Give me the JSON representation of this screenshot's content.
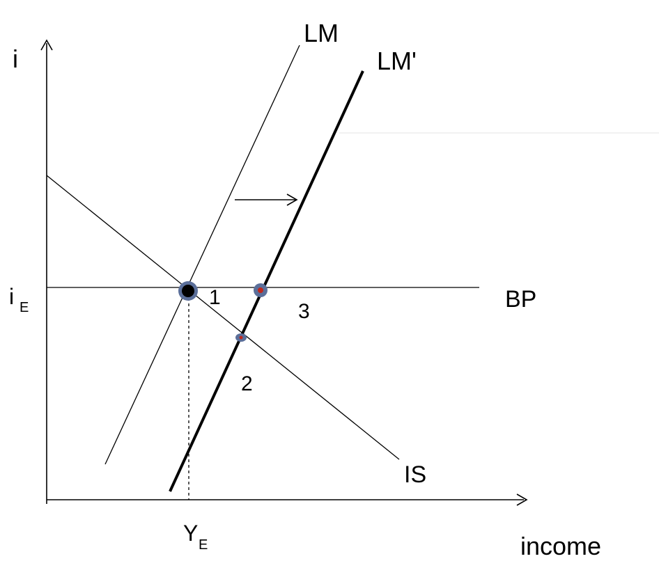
{
  "axes": {
    "y_label": "i",
    "x_label": "income"
  },
  "curves": {
    "lm": "LM",
    "lm_prime": "LM'",
    "bp": "BP",
    "is": "IS"
  },
  "levels": {
    "interest_main": "i",
    "interest_sub": "E",
    "income_main": "Y",
    "income_sub": "E"
  },
  "points": [
    "1",
    "2",
    "3"
  ],
  "colors": {
    "line": "#000000",
    "marker_ring": "#5b6f9a",
    "marker_dot_red": "#c0281e",
    "marker_dot_black": "#000000",
    "faint_line": "#e3e3e3"
  }
}
